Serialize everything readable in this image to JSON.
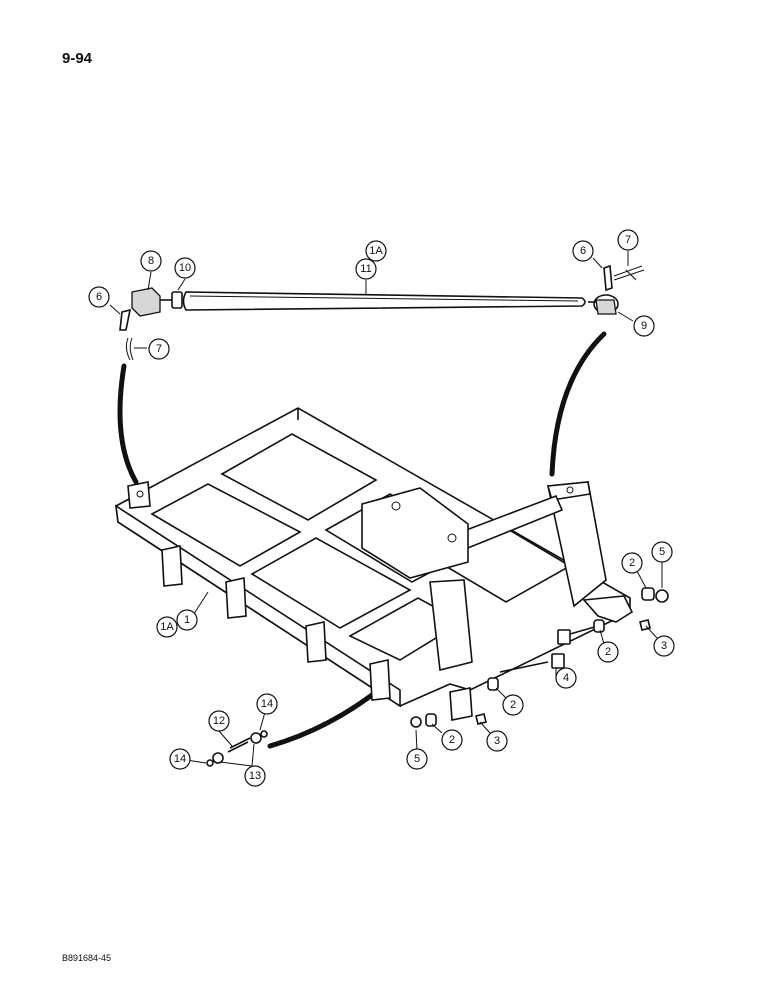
{
  "page": {
    "number": "9-94",
    "code": "B891684-45"
  },
  "callouts": {
    "c1": "1",
    "c1a": "1A",
    "c2a": "2",
    "c2b": "2",
    "c2c": "2",
    "c2d": "2",
    "c3a": "3",
    "c3b": "3",
    "c4": "4",
    "c5a": "5",
    "c5b": "5",
    "c6a": "6",
    "c6b": "6",
    "c7a": "7",
    "c7b": "7",
    "c8": "8",
    "c9": "9",
    "c10": "10",
    "c11": "11",
    "c11a": "1A",
    "c12": "12",
    "c13": "13",
    "c14a": "14",
    "c14b": "14"
  }
}
